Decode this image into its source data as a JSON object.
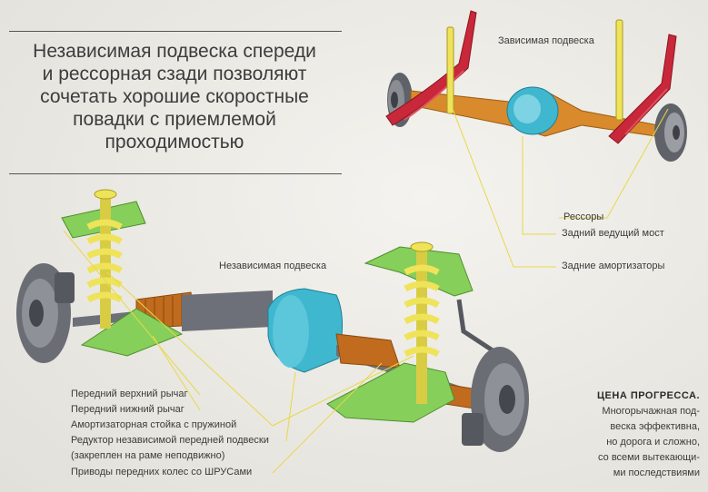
{
  "headline": {
    "lines": [
      "Независимая подвеска спереди",
      "и рессорная сзади позволяют",
      "сочетать хорошие скоростные",
      "повадки с приемлемой",
      "проходимостью"
    ]
  },
  "rear": {
    "title": "Зависимая подвеска",
    "labels": {
      "springs": "Рессоры",
      "axle": "Задний ведущий мост",
      "shocks": "Задние амортизаторы"
    }
  },
  "front": {
    "title": "Независимая подвеска",
    "labels": [
      "Передний верхний рычаг",
      "Передний нижний рычаг",
      "Амортизаторная стойка с пружиной",
      "Редуктор независимой передней подвески",
      "(закреплен на раме неподвижно)",
      "Приводы передних колес со ШРУСами"
    ]
  },
  "sidebar": {
    "title": "ЦЕНА ПРОГРЕССА.",
    "lines": [
      "Многорычажная под-",
      "веска эффективна,",
      "но дорога и сложно,",
      "со всеми вытекающи-",
      "ми последствиями"
    ]
  },
  "colors": {
    "leader": "#e8d84a",
    "spring": "#efe35a",
    "leaf_spring": "#c8283a",
    "axle": "#d88a2c",
    "diff": "#3eb7cf",
    "arm": "#86cf5a",
    "brake": "#6a6d74"
  }
}
